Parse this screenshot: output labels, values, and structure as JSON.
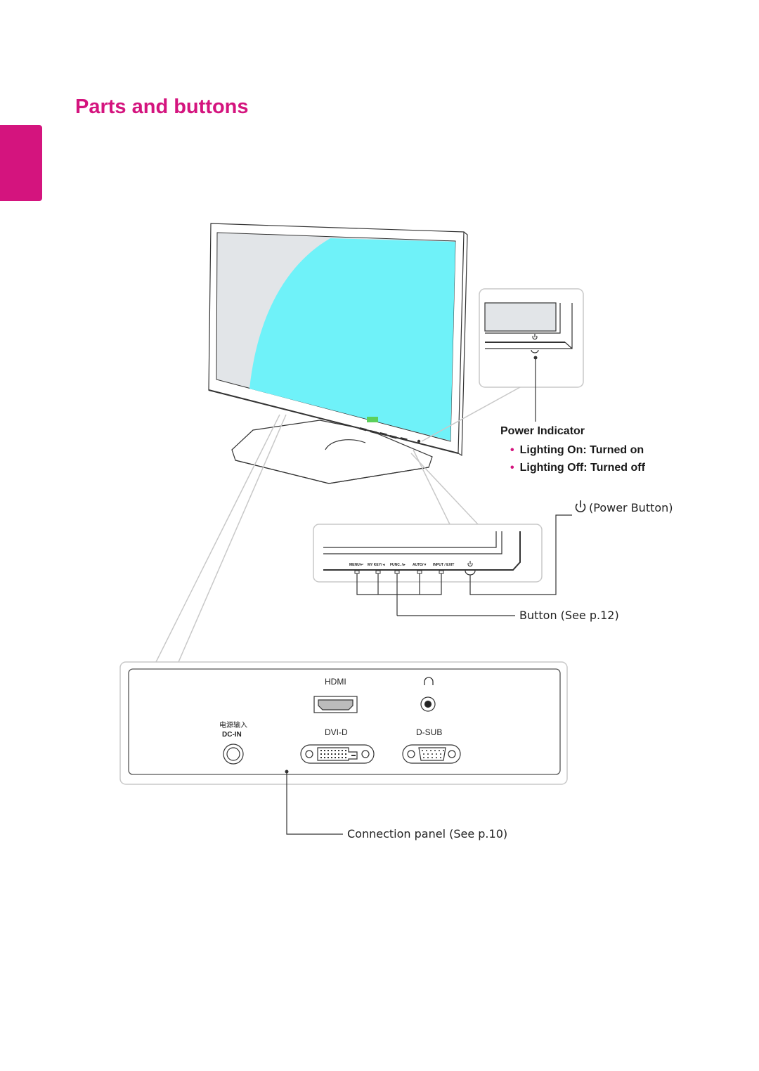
{
  "page": {
    "title": "Parts and buttons",
    "accent_color": "#d4147e"
  },
  "monitor": {
    "button_labels": [
      "MENU/↵",
      "MY KEY/◄",
      "FUNC. /►",
      "AUTO/▼",
      "INPUT / EXIT"
    ],
    "power_icon": "power-icon"
  },
  "callouts": {
    "power_indicator": {
      "heading": "Power Indicator",
      "items": [
        "Lighting On: Turned on",
        "Lighting Off: Turned off"
      ]
    },
    "power_button": "(Power Button)",
    "buttons": "Button (See p.12)",
    "connection_panel": "Connection panel (See p.10)"
  },
  "connection_panel": {
    "hdmi": "HDMI",
    "dc_in_cn": "电源输入",
    "dc_in": "DC-IN",
    "dvi_d": "DVI-D",
    "d_sub": "D-SUB",
    "headphone_icon": "headphone-icon"
  }
}
